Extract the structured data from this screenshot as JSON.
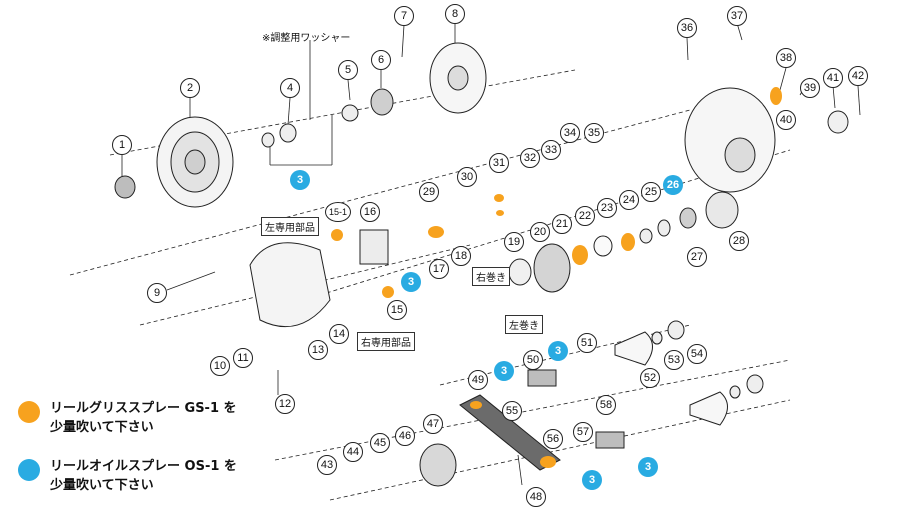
{
  "colors": {
    "grease": "#f7a21e",
    "oil": "#29abe2",
    "line": "#222222",
    "part_fill": "#d9d9d9"
  },
  "labels": {
    "adjust_washer": "※調整用ワッシャー",
    "left_only": "左専用部品",
    "right_only": "右専用部品",
    "right_wind": "右巻き",
    "left_wind": "左巻き",
    "callout_15_1": "15-1"
  },
  "legend": [
    {
      "color": "grease",
      "line1": "リールグリススプレー GS-1 を",
      "line2": "少量吹いて下さい"
    },
    {
      "color": "oil",
      "line1": "リールオイルスプレー OS-1 を",
      "line2": "少量吹いて下さい"
    }
  ],
  "callouts": [
    "1",
    "2",
    "3",
    "4",
    "5",
    "6",
    "7",
    "8",
    "9",
    "10",
    "11",
    "12",
    "13",
    "14",
    "15",
    "16",
    "17",
    "18",
    "19",
    "20",
    "21",
    "22",
    "23",
    "24",
    "25",
    "26",
    "27",
    "28",
    "29",
    "30",
    "31",
    "32",
    "33",
    "34",
    "35",
    "36",
    "37",
    "38",
    "39",
    "40",
    "41",
    "42",
    "43",
    "44",
    "45",
    "46",
    "47",
    "48",
    "49",
    "50",
    "51",
    "52",
    "53",
    "54",
    "55",
    "56",
    "57",
    "58"
  ],
  "oil_callouts": [
    "3",
    "26"
  ]
}
